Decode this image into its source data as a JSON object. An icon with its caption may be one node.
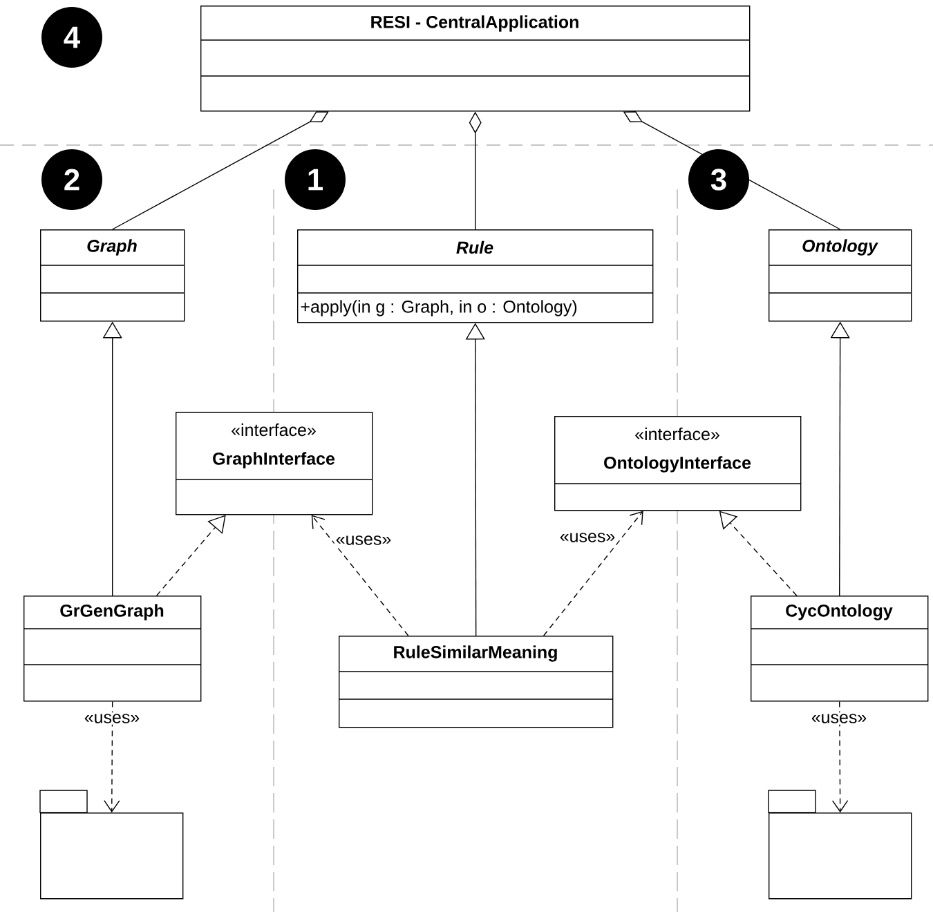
{
  "diagram": {
    "nodes": [
      {
        "text": [
          "RESI - CentralApplication"
        ]
      },
      {
        "text": [
          "Graph"
        ]
      },
      {
        "text": [
          "Rule",
          "+apply(in g : Graph, in o : Ontology)"
        ]
      },
      {
        "text": [
          "Ontology"
        ]
      },
      {
        "text": [
          "«interface»",
          "GraphInterface"
        ]
      },
      {
        "text": [
          "«interface»",
          "OntologyInterface"
        ]
      },
      {
        "text": [
          "GrGenGraph"
        ]
      },
      {
        "text": [
          "RuleSimilarMeaning"
        ]
      },
      {
        "text": [
          "CycOntology"
        ]
      },
      {
        "text": [],
        "shape": "folder"
      },
      {
        "text": [],
        "shape": "folder"
      }
    ],
    "edges": [
      {
        "from": 1,
        "to": 0,
        "arrow": "other"
      },
      {
        "from": 2,
        "to": 0,
        "arrow": "other"
      },
      {
        "from": 3,
        "to": 0,
        "arrow": "other"
      },
      {
        "from": 6,
        "to": 1,
        "arrow": "to"
      },
      {
        "from": 6,
        "to": 4,
        "arrow": "to",
        "style": "dashed"
      },
      {
        "from": 7,
        "to": 4,
        "arrow": "to",
        "style": "dashed",
        "label": "«uses»"
      },
      {
        "from": 7,
        "to": 2,
        "arrow": "to"
      },
      {
        "from": 7,
        "to": 5,
        "arrow": "to",
        "style": "dashed",
        "label": "«uses»"
      },
      {
        "from": 8,
        "to": 5,
        "arrow": "to",
        "style": "dashed"
      },
      {
        "from": 8,
        "to": 3,
        "arrow": "to"
      },
      {
        "from": 6,
        "to": 9,
        "arrow": "to",
        "style": "dashed",
        "label": "«uses»"
      },
      {
        "from": 8,
        "to": 10,
        "arrow": "to",
        "style": "dashed",
        "label": "«uses»"
      }
    ],
    "labels": [
      "4",
      "2",
      "1",
      "3"
    ]
  }
}
